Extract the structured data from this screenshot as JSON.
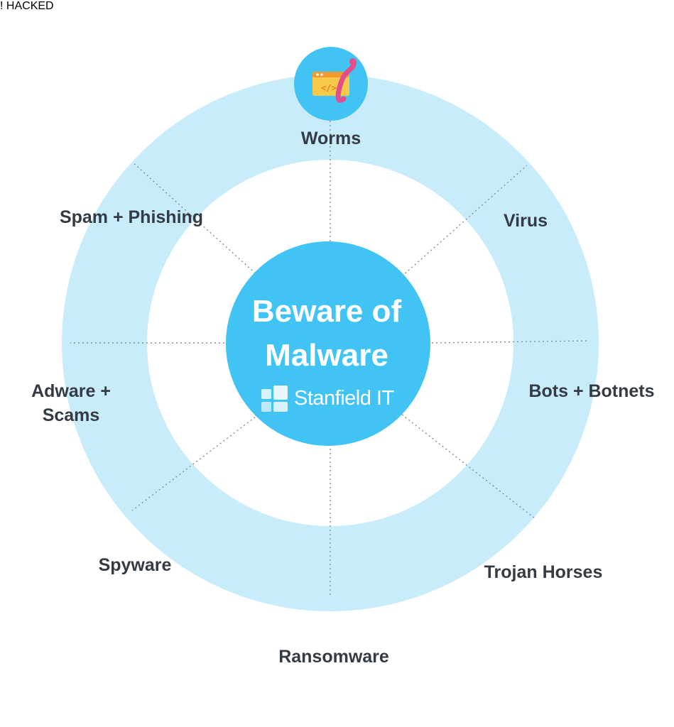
{
  "title": {
    "line1": "Beware of",
    "line2": "Malware"
  },
  "brand": {
    "name": "Stanfield IT"
  },
  "colors": {
    "ring": "#c9ecfb",
    "node": "#41c4f4",
    "center": "#41c4f4",
    "label": "#333b44",
    "connector": "#7f8c95"
  },
  "nodes": [
    {
      "id": "worms",
      "label": "Worms",
      "icon": "worm-code-icon"
    },
    {
      "id": "virus",
      "label": "Virus",
      "icon": "virus-cloud-icon"
    },
    {
      "id": "bots",
      "label": "Bots + Botnets",
      "icon": "hooded-hacker-icon"
    },
    {
      "id": "trojan",
      "label": "Trojan Horses",
      "icon": "wooden-horse-icon"
    },
    {
      "id": "ransomware",
      "label": "Ransomware",
      "icon": "warning-envelope-icon"
    },
    {
      "id": "spyware",
      "label": "Spyware",
      "icon": "mask-icon"
    },
    {
      "id": "adware",
      "label": "Adware +\nScams",
      "icon": "hacked-screen-icon"
    },
    {
      "id": "phishing",
      "label": "Spam + Phishing",
      "icon": "phone-hook-icon"
    }
  ]
}
